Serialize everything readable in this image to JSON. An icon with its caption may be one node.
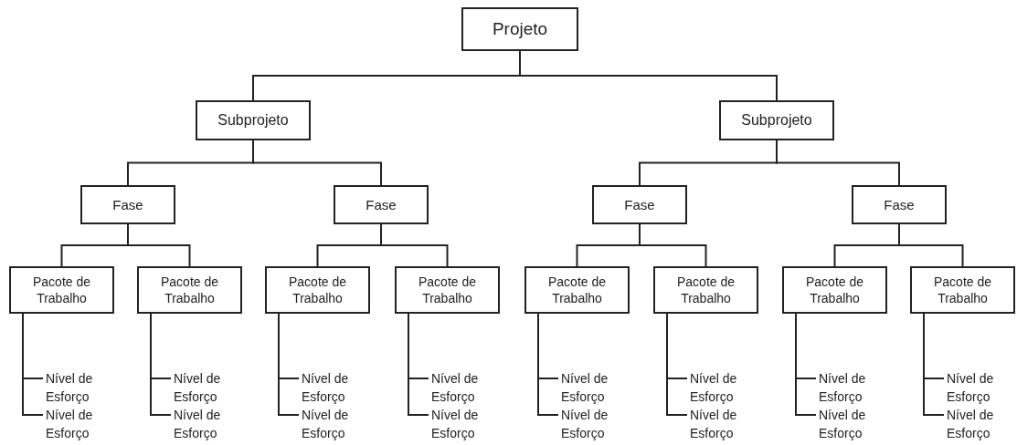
{
  "diagram": {
    "nodes": [
      {
        "text": [
          "Projeto"
        ]
      },
      {
        "text": [
          "Subprojeto"
        ]
      },
      {
        "text": [
          "Subprojeto"
        ]
      },
      {
        "text": [
          "Fase"
        ]
      },
      {
        "text": [
          "Fase"
        ]
      },
      {
        "text": [
          "Fase"
        ]
      },
      {
        "text": [
          "Fase"
        ]
      },
      {
        "text": [
          "Pacote de Trabalho"
        ]
      },
      {
        "text": [
          "Pacote de Trabalho"
        ]
      },
      {
        "text": [
          "Pacote de Trabalho"
        ]
      },
      {
        "text": [
          "Pacote de Trabalho"
        ]
      },
      {
        "text": [
          "Pacote de Trabalho"
        ]
      },
      {
        "text": [
          "Pacote de Trabalho"
        ]
      },
      {
        "text": [
          "Pacote de Trabalho"
        ]
      },
      {
        "text": [
          "Pacote de Trabalho"
        ]
      },
      {
        "text": [
          "Nível de Esforço"
        ]
      },
      {
        "text": [
          "Nível de Esforço"
        ]
      },
      {
        "text": [
          "Nível de Esforço"
        ]
      },
      {
        "text": [
          "Nível de Esforço"
        ]
      },
      {
        "text": [
          "Nível de Esforço"
        ]
      },
      {
        "text": [
          "Nível de Esforço"
        ]
      },
      {
        "text": [
          "Nível de Esforço"
        ]
      },
      {
        "text": [
          "Nível de Esforço"
        ]
      },
      {
        "text": [
          "Nível de Esforço"
        ]
      },
      {
        "text": [
          "Nível de Esforço"
        ]
      },
      {
        "text": [
          "Nível de Esforço"
        ]
      },
      {
        "text": [
          "Nível de Esforço"
        ]
      },
      {
        "text": [
          "Nível de Esforço"
        ]
      },
      {
        "text": [
          "Nível de Esforço"
        ]
      },
      {
        "text": [
          "Nível de Esforço"
        ]
      },
      {
        "text": [
          "Nível de Esforço"
        ]
      }
    ],
    "edges": [
      {
        "from": 0,
        "to": 1,
        "arrow": "none"
      },
      {
        "from": 0,
        "to": 2,
        "arrow": "none"
      },
      {
        "from": 1,
        "to": 3,
        "arrow": "none"
      },
      {
        "from": 1,
        "to": 4,
        "arrow": "none"
      },
      {
        "from": 2,
        "to": 5,
        "arrow": "none"
      },
      {
        "from": 2,
        "to": 6,
        "arrow": "none"
      },
      {
        "from": 3,
        "to": 7,
        "arrow": "none"
      },
      {
        "from": 3,
        "to": 8,
        "arrow": "none"
      },
      {
        "from": 4,
        "to": 9,
        "arrow": "none"
      },
      {
        "from": 4,
        "to": 10,
        "arrow": "none"
      },
      {
        "from": 5,
        "to": 11,
        "arrow": "none"
      },
      {
        "from": 5,
        "to": 12,
        "arrow": "none"
      },
      {
        "from": 6,
        "to": 13,
        "arrow": "none"
      },
      {
        "from": 6,
        "to": 14,
        "arrow": "none"
      },
      {
        "from": 7,
        "to": 15,
        "arrow": "none"
      },
      {
        "from": 7,
        "to": 16,
        "arrow": "none"
      },
      {
        "from": 8,
        "to": 17,
        "arrow": "none"
      },
      {
        "from": 8,
        "to": 18,
        "arrow": "none"
      },
      {
        "from": 9,
        "to": 19,
        "arrow": "none"
      },
      {
        "from": 9,
        "to": 20,
        "arrow": "none"
      },
      {
        "from": 10,
        "to": 21,
        "arrow": "none"
      },
      {
        "from": 10,
        "to": 22,
        "arrow": "none"
      },
      {
        "from": 11,
        "to": 23,
        "arrow": "none"
      },
      {
        "from": 11,
        "to": 24,
        "arrow": "none"
      },
      {
        "from": 12,
        "to": 25,
        "arrow": "none"
      },
      {
        "from": 12,
        "to": 26,
        "arrow": "none"
      },
      {
        "from": 13,
        "to": 27,
        "arrow": "none"
      },
      {
        "from": 13,
        "to": 28,
        "arrow": "none"
      },
      {
        "from": 14,
        "to": 29,
        "arrow": "none"
      },
      {
        "from": 14,
        "to": 30,
        "arrow": "none"
      }
    ]
  }
}
